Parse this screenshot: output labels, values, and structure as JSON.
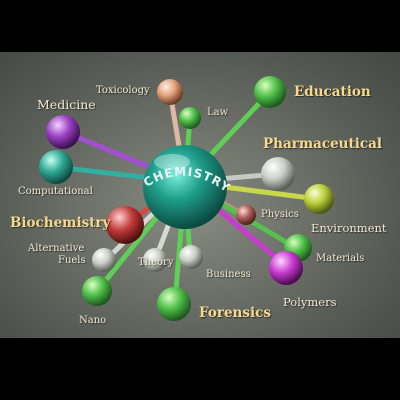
{
  "hub": {
    "label": "CHEMISTRY"
  },
  "nodes": {
    "toxicology": "Toxicology",
    "law": "Law",
    "education": "Education",
    "medicine": "Medicine",
    "pharmaceutical": "Pharmaceutical",
    "computational": "Computational",
    "biochemistry": "Biochemistry",
    "physics": "Physics",
    "environment": "Environment",
    "alternative_fuels_1": "Alternative",
    "alternative_fuels_2": "Fuels",
    "theory": "Theory",
    "business": "Business",
    "materials": "Materials",
    "nano": "Nano",
    "forensics": "Forensics",
    "polymers": "Polymers"
  },
  "colors": {
    "background": "#6f736b",
    "hub": "#1e9c8a",
    "title_text": "#f7d98d",
    "label_text": "#f3e7d2"
  }
}
